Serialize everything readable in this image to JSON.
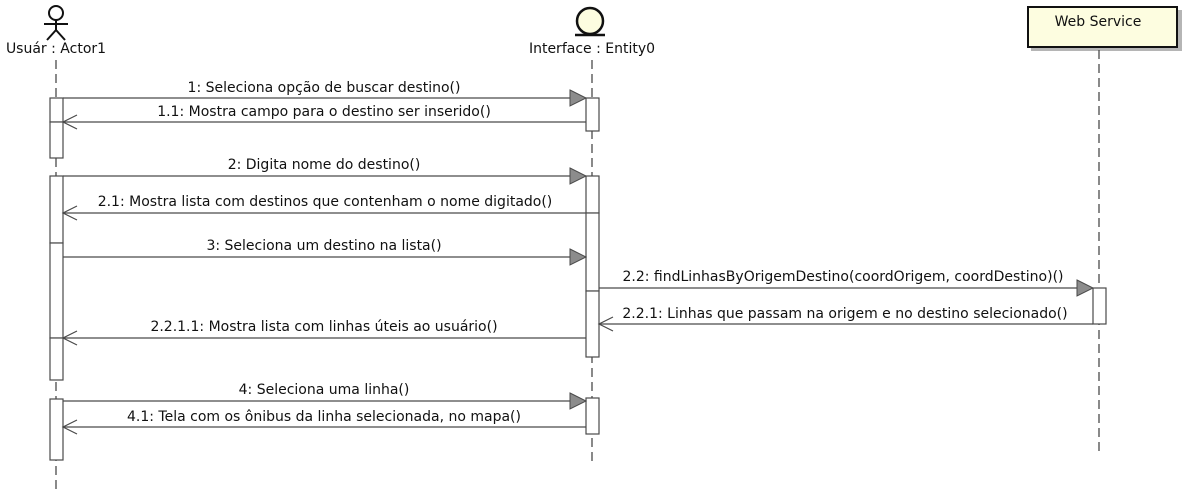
{
  "participants": {
    "actor": {
      "label": "Usuár : Actor1"
    },
    "entity": {
      "label": "Interface : Entity0"
    },
    "web_service": {
      "label": "Web Service"
    }
  },
  "messages": [
    {
      "label": "1: Seleciona opção de buscar destino()",
      "kind": "call",
      "from": "actor",
      "to": "entity"
    },
    {
      "label": "1.1: Mostra campo para o destino ser inserido()",
      "kind": "return",
      "from": "entity",
      "to": "actor"
    },
    {
      "label": "2: Digita nome do destino()",
      "kind": "call",
      "from": "actor",
      "to": "entity"
    },
    {
      "label": "2.1: Mostra lista com destinos que contenham o nome digitado()",
      "kind": "return",
      "from": "entity",
      "to": "actor"
    },
    {
      "label": "3: Seleciona um destino na lista()",
      "kind": "call",
      "from": "actor",
      "to": "entity"
    },
    {
      "label": "2.2: findLinhasByOrigemDestino(coordOrigem, coordDestino)()",
      "kind": "call",
      "from": "entity",
      "to": "web_service"
    },
    {
      "label": "2.2.1: Linhas que passam na origem e no destino selecionado()",
      "kind": "return",
      "from": "web_service",
      "to": "entity"
    },
    {
      "label": "2.2.1.1: Mostra lista com linhas úteis ao usuário()",
      "kind": "return",
      "from": "entity",
      "to": "actor"
    },
    {
      "label": "4: Seleciona uma linha()",
      "kind": "call",
      "from": "actor",
      "to": "entity"
    },
    {
      "label": "4.1: Tela com os ônibus da linha selecionada, no mapa()",
      "kind": "return",
      "from": "entity",
      "to": "actor"
    }
  ],
  "colors": {
    "line": "#4a4a4a",
    "arrow_fill": "#8c8c8c",
    "web_service_fill": "#fdfde0",
    "entity_fill": "#fdfde0"
  }
}
